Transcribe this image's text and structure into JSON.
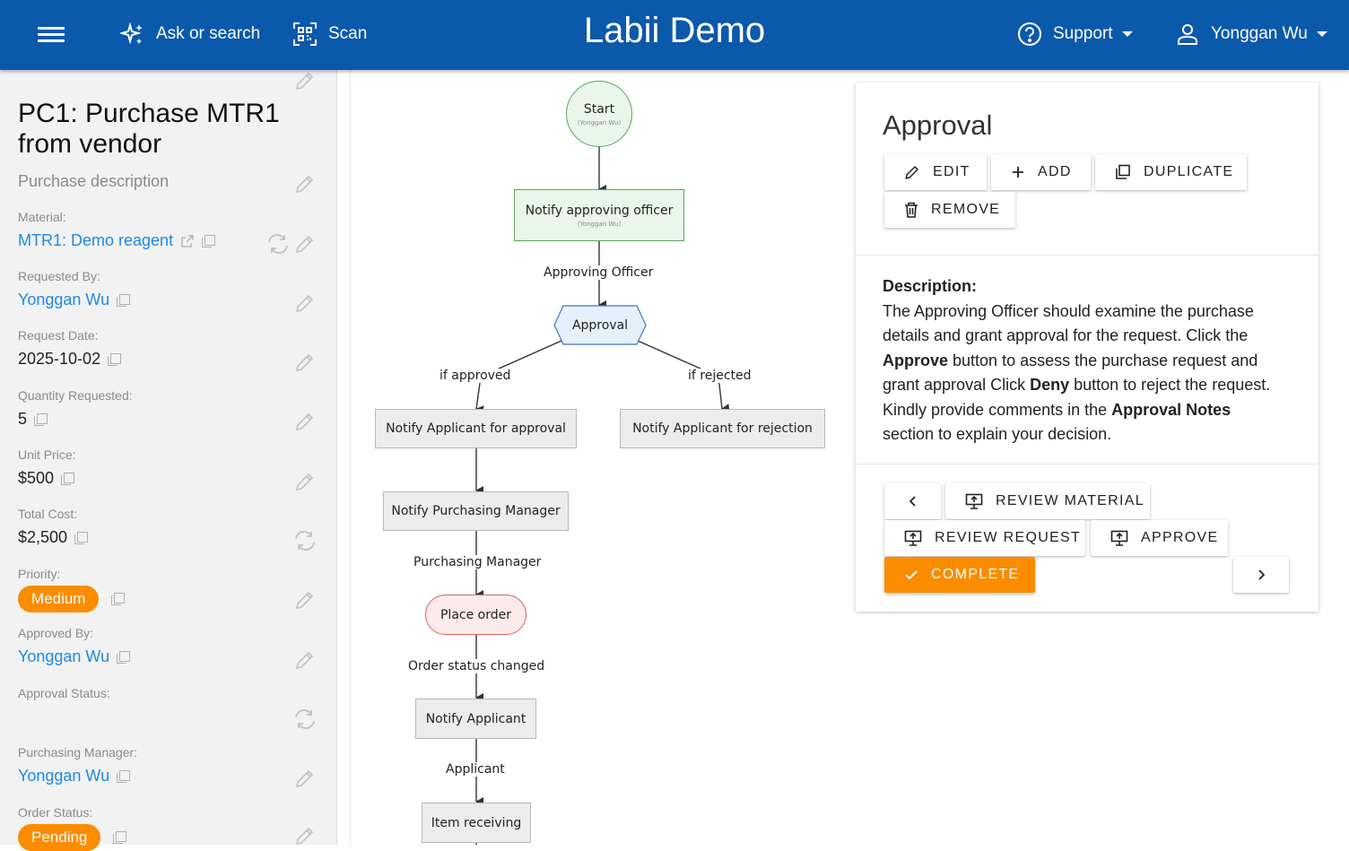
{
  "header": {
    "ask_label": "Ask or search",
    "scan_label": "Scan",
    "title": "Labii Demo",
    "support_label": "Support",
    "user_label": "Yonggan Wu"
  },
  "sidebar": {
    "title": "PC1: Purchase MTR1 from vendor",
    "description_placeholder": "Purchase description",
    "fields": {
      "material": {
        "label": "Material:",
        "value": "MTR1: Demo reagent"
      },
      "requested_by": {
        "label": "Requested By:",
        "value": "Yonggan Wu"
      },
      "request_date": {
        "label": "Request Date:",
        "value": "2025-10-02"
      },
      "quantity": {
        "label": "Quantity Requested:",
        "value": "5"
      },
      "unit_price": {
        "label": "Unit Price:",
        "value": "$500"
      },
      "total_cost": {
        "label": "Total Cost:",
        "value": "$2,500"
      },
      "priority": {
        "label": "Priority:",
        "value": "Medium"
      },
      "approved_by": {
        "label": "Approved By:",
        "value": "Yonggan Wu"
      },
      "approval_status": {
        "label": "Approval Status:",
        "value": ""
      },
      "purchasing_manager": {
        "label": "Purchasing Manager:",
        "value": "Yonggan Wu"
      },
      "order_status": {
        "label": "Order Status:",
        "value": "Pending"
      }
    }
  },
  "workflow": {
    "nodes": {
      "start": {
        "label": "Start",
        "sub": "(Yonggan Wu)"
      },
      "notify_officer": {
        "label": "Notify approving officer",
        "sub": "(Yonggan Wu)"
      },
      "approval": {
        "label": "Approval"
      },
      "notify_approval": {
        "label": "Notify Applicant for approval"
      },
      "notify_rejection": {
        "label": "Notify Applicant for rejection"
      },
      "notify_manager": {
        "label": "Notify Purchasing Manager"
      },
      "place_order": {
        "label": "Place order"
      },
      "notify_applicant": {
        "label": "Notify Applicant"
      },
      "item_receiving": {
        "label": "Item receiving"
      }
    },
    "edges": {
      "approving_officer": "Approving Officer",
      "if_approved": "if approved",
      "if_rejected": "if rejected",
      "purchasing_manager": "Purchasing Manager",
      "order_status_changed": "Order status changed",
      "applicant": "Applicant"
    }
  },
  "panel": {
    "title": "Approval",
    "buttons": {
      "edit": "EDIT",
      "add": "ADD",
      "duplicate": "DUPLICATE",
      "remove": "REMOVE"
    },
    "description": {
      "heading": "Description:",
      "p1": "The Approving Officer should examine the purchase details and grant approval for the request. Click the ",
      "b1": "Approve",
      "p2": " button to assess the purchase request and grant approval Click ",
      "b2": "Deny",
      "p3": " button to reject the request. Kindly provide comments in the ",
      "b3": "Approval Notes",
      "p4": " section to explain your decision."
    },
    "actions": {
      "review_material": "REVIEW MATERIAL",
      "review_request": "REVIEW REQUEST",
      "approve": "APPROVE",
      "complete": "COMPLETE"
    }
  },
  "colors": {
    "header": "#0b59ab",
    "accent_orange": "#fb8c00",
    "link_blue": "#1e88e5"
  }
}
